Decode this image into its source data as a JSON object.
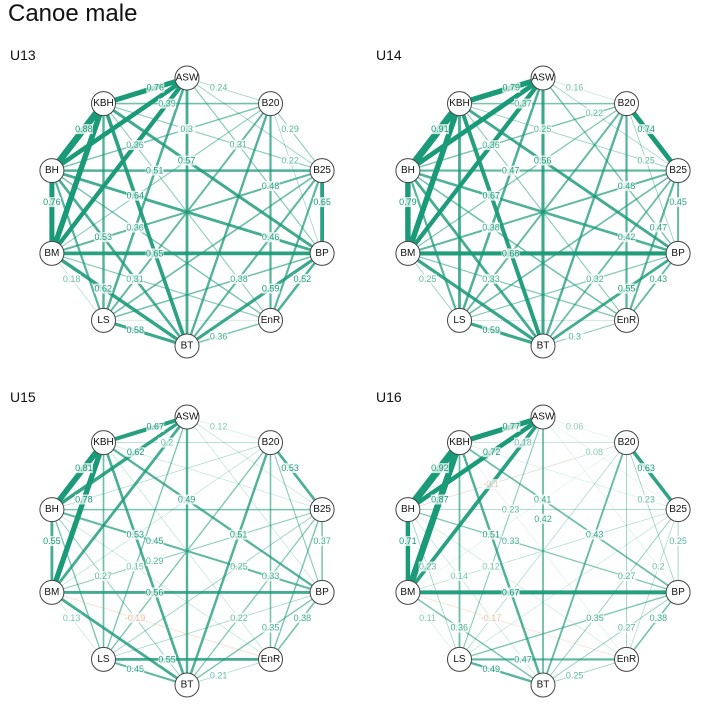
{
  "title": "Canoe male",
  "colors": {
    "positive": "#1a9a78",
    "negative": "#e8956b"
  },
  "nodes": [
    "ASW",
    "B20",
    "B25",
    "BP",
    "EnR",
    "BT",
    "LS",
    "BM",
    "BH",
    "KBH"
  ],
  "networks": [
    {
      "title": "U13",
      "edges": [
        [
          "ASW",
          "KBH",
          0.76,
          "0.76"
        ],
        [
          "ASW",
          "BH",
          0.72,
          ""
        ],
        [
          "ASW",
          "BM",
          0.7,
          ""
        ],
        [
          "ASW",
          "B20",
          0.24,
          "0.24"
        ],
        [
          "ASW",
          "B25",
          0.25,
          ""
        ],
        [
          "ASW",
          "BT",
          0.55,
          ""
        ],
        [
          "ASW",
          "LS",
          0.52,
          ""
        ],
        [
          "ASW",
          "BP",
          0.31,
          "0.31"
        ],
        [
          "KBH",
          "BH",
          0.88,
          "0.88"
        ],
        [
          "KBH",
          "BM",
          0.8,
          ""
        ],
        [
          "KBH",
          "B20",
          0.39,
          "0.39"
        ],
        [
          "KBH",
          "B25",
          0.3,
          "0.3"
        ],
        [
          "KBH",
          "BP",
          0.57,
          "0.57"
        ],
        [
          "KBH",
          "BT",
          0.64,
          "0.64"
        ],
        [
          "KBH",
          "LS",
          0.5,
          ""
        ],
        [
          "KBH",
          "EnR",
          0.29,
          ""
        ],
        [
          "BH",
          "BM",
          0.76,
          "0.76"
        ],
        [
          "BH",
          "B25",
          0.51,
          "0.51"
        ],
        [
          "BH",
          "BP",
          0.55,
          ""
        ],
        [
          "BH",
          "BT",
          0.53,
          "0.53"
        ],
        [
          "BH",
          "LS",
          0.48,
          ""
        ],
        [
          "BH",
          "EnR",
          0.36,
          "0.36"
        ],
        [
          "BH",
          "B20",
          0.36,
          "0.36"
        ],
        [
          "BM",
          "BP",
          0.65,
          "0.65"
        ],
        [
          "BM",
          "B25",
          0.45,
          ""
        ],
        [
          "BM",
          "LS",
          0.18,
          "0.18"
        ],
        [
          "BM",
          "BT",
          0.62,
          "0.62"
        ],
        [
          "BM",
          "B20",
          0.3,
          ""
        ],
        [
          "BM",
          "EnR",
          0.31,
          "0.31"
        ],
        [
          "B20",
          "B25",
          0.29,
          "0.29"
        ],
        [
          "B20",
          "BP",
          0.22,
          "0.22"
        ],
        [
          "B20",
          "LS",
          0.44,
          ""
        ],
        [
          "B20",
          "BT",
          0.5,
          ""
        ],
        [
          "B20",
          "EnR",
          0.48,
          "0.48"
        ],
        [
          "B25",
          "BP",
          0.65,
          "0.65"
        ],
        [
          "B25",
          "LS",
          0.4,
          ""
        ],
        [
          "B25",
          "BT",
          0.46,
          "0.46"
        ],
        [
          "B25",
          "EnR",
          0.47,
          ""
        ],
        [
          "BP",
          "EnR",
          0.52,
          "0.52"
        ],
        [
          "BP",
          "LS",
          0.38,
          "0.38"
        ],
        [
          "BP",
          "BT",
          0.59,
          "0.59"
        ],
        [
          "LS",
          "BT",
          0.58,
          "0.58"
        ],
        [
          "LS",
          "EnR",
          0.14,
          ""
        ],
        [
          "BT",
          "EnR",
          0.36,
          "0.36"
        ]
      ]
    },
    {
      "title": "U14",
      "edges": [
        [
          "ASW",
          "KBH",
          0.79,
          "0.79"
        ],
        [
          "ASW",
          "BH",
          0.74,
          ""
        ],
        [
          "ASW",
          "BM",
          0.7,
          ""
        ],
        [
          "ASW",
          "B20",
          0.16,
          "0.16"
        ],
        [
          "ASW",
          "B25",
          0.22,
          "0.22"
        ],
        [
          "ASW",
          "BT",
          0.58,
          ""
        ],
        [
          "ASW",
          "LS",
          0.52,
          ""
        ],
        [
          "ASW",
          "BP",
          0.36,
          ""
        ],
        [
          "KBH",
          "BH",
          0.91,
          "0.91"
        ],
        [
          "KBH",
          "BM",
          0.8,
          ""
        ],
        [
          "KBH",
          "B20",
          0.37,
          "0.37"
        ],
        [
          "KBH",
          "B25",
          0.25,
          "0.25"
        ],
        [
          "KBH",
          "BP",
          0.56,
          "0.56"
        ],
        [
          "KBH",
          "BT",
          0.67,
          "0.67"
        ],
        [
          "KBH",
          "LS",
          0.55,
          ""
        ],
        [
          "KBH",
          "EnR",
          0.3,
          ""
        ],
        [
          "BH",
          "BM",
          0.79,
          "0.79"
        ],
        [
          "BH",
          "B25",
          0.47,
          "0.47"
        ],
        [
          "BH",
          "BP",
          0.52,
          ""
        ],
        [
          "BH",
          "BT",
          0.55,
          ""
        ],
        [
          "BH",
          "LS",
          0.48,
          ""
        ],
        [
          "BH",
          "EnR",
          0.38,
          "0.38"
        ],
        [
          "BH",
          "B20",
          0.36,
          "0.36"
        ],
        [
          "BM",
          "BP",
          0.68,
          "0.68"
        ],
        [
          "BM",
          "B25",
          0.45,
          ""
        ],
        [
          "BM",
          "LS",
          0.25,
          "0.25"
        ],
        [
          "BM",
          "BT",
          0.6,
          ""
        ],
        [
          "BM",
          "B20",
          0.33,
          ""
        ],
        [
          "BM",
          "EnR",
          0.33,
          "0.33"
        ],
        [
          "B20",
          "B25",
          0.74,
          "0.74"
        ],
        [
          "B20",
          "BP",
          0.25,
          "0.25"
        ],
        [
          "B20",
          "LS",
          0.44,
          ""
        ],
        [
          "B20",
          "BT",
          0.5,
          ""
        ],
        [
          "B20",
          "EnR",
          0.48,
          "0.48"
        ],
        [
          "B25",
          "BP",
          0.45,
          "0.45"
        ],
        [
          "B25",
          "LS",
          0.4,
          ""
        ],
        [
          "B25",
          "BT",
          0.42,
          "0.42"
        ],
        [
          "B25",
          "EnR",
          0.47,
          "0.47"
        ],
        [
          "BP",
          "EnR",
          0.43,
          "0.43"
        ],
        [
          "BP",
          "LS",
          0.32,
          "0.32"
        ],
        [
          "BP",
          "BT",
          0.55,
          "0.55"
        ],
        [
          "LS",
          "BT",
          0.59,
          "0.59"
        ],
        [
          "LS",
          "EnR",
          0.15,
          ""
        ],
        [
          "BT",
          "EnR",
          0.3,
          "0.3"
        ]
      ]
    },
    {
      "title": "U15",
      "edges": [
        [
          "ASW",
          "KBH",
          0.67,
          "0.67"
        ],
        [
          "ASW",
          "BH",
          0.62,
          "0.62"
        ],
        [
          "ASW",
          "BM",
          0.55,
          ""
        ],
        [
          "ASW",
          "B20",
          0.12,
          "0.12"
        ],
        [
          "ASW",
          "B25",
          0.15,
          ""
        ],
        [
          "ASW",
          "BT",
          0.5,
          ""
        ],
        [
          "ASW",
          "LS",
          0.35,
          ""
        ],
        [
          "ASW",
          "BP",
          0.15,
          ""
        ],
        [
          "KBH",
          "BH",
          0.81,
          "0.81"
        ],
        [
          "KBH",
          "BM",
          0.78,
          "0.78"
        ],
        [
          "KBH",
          "B20",
          0.2,
          "0.2"
        ],
        [
          "KBH",
          "B25",
          0.14,
          ""
        ],
        [
          "KBH",
          "BP",
          0.49,
          "0.49"
        ],
        [
          "KBH",
          "BT",
          0.53,
          "0.53"
        ],
        [
          "KBH",
          "LS",
          0.4,
          ""
        ],
        [
          "KBH",
          "EnR",
          0.15,
          ""
        ],
        [
          "BH",
          "BM",
          0.55,
          "0.55"
        ],
        [
          "BH",
          "B25",
          0.37,
          ""
        ],
        [
          "BH",
          "BP",
          0.45,
          "0.45"
        ],
        [
          "BH",
          "BT",
          0.27,
          "0.27"
        ],
        [
          "BH",
          "LS",
          0.35,
          ""
        ],
        [
          "BH",
          "EnR",
          0.15,
          "0.15"
        ],
        [
          "BH",
          "B20",
          0.2,
          ""
        ],
        [
          "BM",
          "BP",
          0.56,
          "0.56"
        ],
        [
          "BM",
          "B25",
          0.29,
          "0.29"
        ],
        [
          "BM",
          "LS",
          0.13,
          "0.13"
        ],
        [
          "BM",
          "BT",
          0.55,
          ""
        ],
        [
          "BM",
          "B20",
          0.16,
          ""
        ],
        [
          "BM",
          "EnR",
          -0.19,
          "-0.19"
        ],
        [
          "B20",
          "B25",
          0.53,
          "0.53"
        ],
        [
          "B20",
          "BP",
          0.3,
          ""
        ],
        [
          "B20",
          "LS",
          0.35,
          ""
        ],
        [
          "B20",
          "BT",
          0.51,
          "0.51"
        ],
        [
          "B20",
          "EnR",
          0.38,
          ""
        ],
        [
          "B25",
          "BP",
          0.37,
          "0.37"
        ],
        [
          "B25",
          "LS",
          0.25,
          "0.25"
        ],
        [
          "B25",
          "BT",
          0.33,
          "0.33"
        ],
        [
          "B25",
          "EnR",
          0.36,
          ""
        ],
        [
          "BP",
          "EnR",
          0.38,
          "0.38"
        ],
        [
          "BP",
          "LS",
          0.22,
          "0.22"
        ],
        [
          "BP",
          "BT",
          0.35,
          "0.35"
        ],
        [
          "LS",
          "BT",
          0.45,
          "0.45"
        ],
        [
          "LS",
          "EnR",
          0.55,
          "0.55"
        ],
        [
          "BT",
          "EnR",
          0.21,
          "0.21"
        ]
      ]
    },
    {
      "title": "U16",
      "edges": [
        [
          "ASW",
          "KBH",
          0.77,
          "0.77"
        ],
        [
          "ASW",
          "BH",
          0.72,
          "0.72"
        ],
        [
          "ASW",
          "BM",
          0.65,
          ""
        ],
        [
          "ASW",
          "B20",
          0.06,
          "0.06"
        ],
        [
          "ASW",
          "B25",
          0.08,
          "0.08"
        ],
        [
          "ASW",
          "BT",
          0.42,
          "0.42"
        ],
        [
          "ASW",
          "LS",
          0.3,
          ""
        ],
        [
          "ASW",
          "BP",
          0.1,
          ""
        ],
        [
          "KBH",
          "BH",
          0.92,
          "0.92"
        ],
        [
          "KBH",
          "BM",
          0.87,
          "0.87"
        ],
        [
          "KBH",
          "B20",
          0.18,
          "0.18"
        ],
        [
          "KBH",
          "B25",
          0.1,
          ""
        ],
        [
          "KBH",
          "BP",
          0.41,
          "0.41"
        ],
        [
          "KBH",
          "BT",
          0.51,
          "0.51"
        ],
        [
          "KBH",
          "LS",
          0.42,
          ""
        ],
        [
          "KBH",
          "EnR",
          0.09,
          ""
        ],
        [
          "BH",
          "BM",
          0.71,
          "0.71"
        ],
        [
          "BH",
          "B25",
          0.23,
          "0.23"
        ],
        [
          "BH",
          "BP",
          0.33,
          "0.33"
        ],
        [
          "BH",
          "BT",
          0.14,
          "0.14"
        ],
        [
          "BH",
          "LS",
          0.23,
          "0.23"
        ],
        [
          "BH",
          "EnR",
          0.12,
          "0.12"
        ],
        [
          "BH",
          "B20",
          0.1,
          ""
        ],
        [
          "BM",
          "BP",
          0.67,
          "0.67"
        ],
        [
          "BM",
          "B25",
          0.18,
          ""
        ],
        [
          "BM",
          "LS",
          0.11,
          "0.11"
        ],
        [
          "BM",
          "BT",
          0.36,
          "0.36"
        ],
        [
          "BM",
          "B20",
          0.08,
          ""
        ],
        [
          "BM",
          "EnR",
          -0.17,
          "-0.17"
        ],
        [
          "B20",
          "B25",
          0.63,
          "0.63"
        ],
        [
          "B20",
          "BP",
          0.23,
          "0.23"
        ],
        [
          "B20",
          "LS",
          0.2,
          ""
        ],
        [
          "B20",
          "BT",
          0.43,
          "0.43"
        ],
        [
          "B20",
          "EnR",
          0.25,
          ""
        ],
        [
          "B25",
          "BP",
          0.25,
          "0.25"
        ],
        [
          "B25",
          "LS",
          0.14,
          ""
        ],
        [
          "B25",
          "BT",
          0.27,
          "0.27"
        ],
        [
          "B25",
          "EnR",
          0.2,
          "0.2"
        ],
        [
          "BP",
          "EnR",
          0.38,
          "0.38"
        ],
        [
          "BP",
          "LS",
          0.35,
          "0.35"
        ],
        [
          "BP",
          "BT",
          0.27,
          "0.27"
        ],
        [
          "LS",
          "BT",
          0.49,
          "0.49"
        ],
        [
          "LS",
          "EnR",
          0.47,
          "0.47"
        ],
        [
          "BT",
          "EnR",
          0.25,
          "0.25"
        ],
        [
          "BH",
          "B20",
          -0.1,
          "-0.1"
        ]
      ]
    }
  ]
}
